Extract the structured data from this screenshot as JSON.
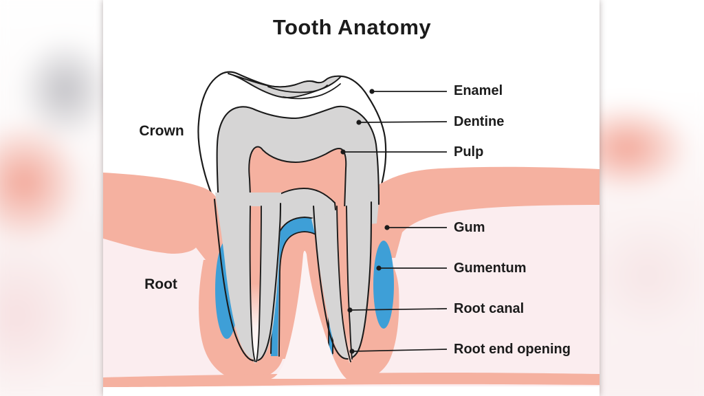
{
  "title": "Tooth Anatomy",
  "region_labels": {
    "crown": "Crown",
    "root": "Root"
  },
  "part_labels": [
    {
      "text": "Enamel"
    },
    {
      "text": "Dentine"
    },
    {
      "text": "Pulp"
    },
    {
      "text": "Gum"
    },
    {
      "text": "Gumentum"
    },
    {
      "text": "Root canal"
    },
    {
      "text": "Root end opening"
    }
  ],
  "colors": {
    "gum_salmon": "#F5B1A0",
    "bone_pale_pink": "#FBEDEF",
    "dentine_gray": "#D6D5D5",
    "cementum_blue": "#3E9FD7",
    "pulp_pink": "#F5B1A0",
    "outline_black": "#1B1B1B",
    "panel_white": "#FFFFFF"
  }
}
